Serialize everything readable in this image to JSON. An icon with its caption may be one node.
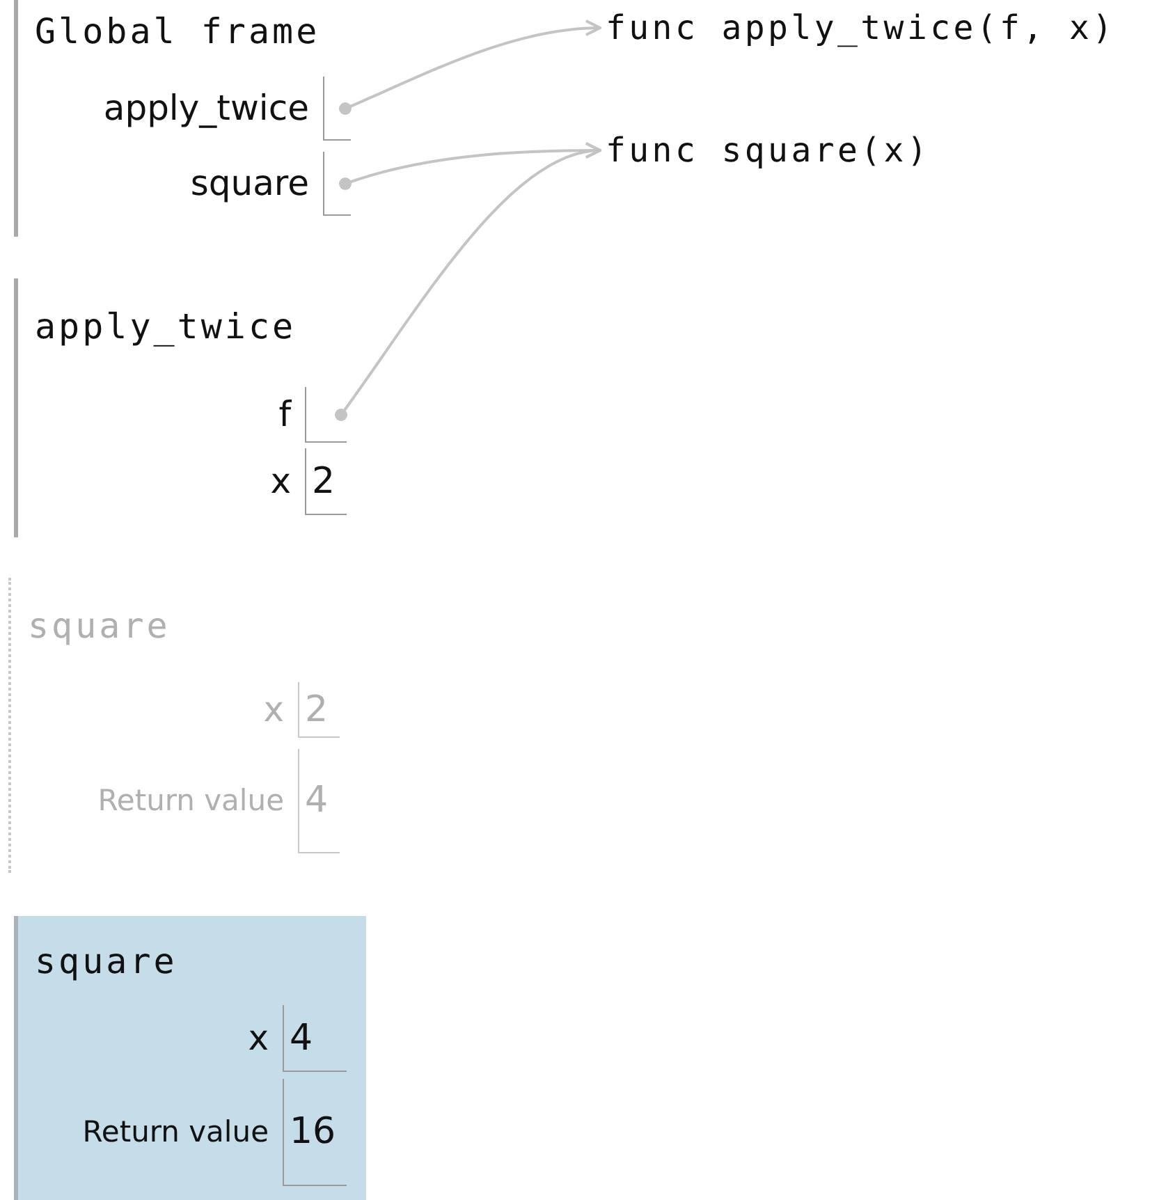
{
  "diagram": {
    "nodes": [
      {
        "text": [
          "Global frame"
        ]
      },
      {
        "text": [
          "apply_twice"
        ],
        "in": 0
      },
      {
        "text": [
          "square"
        ],
        "in": 0
      },
      {
        "text": [
          "func apply_twice(f, x)"
        ]
      },
      {
        "text": [
          "func square(x)"
        ]
      },
      {
        "text": [
          "apply_twice"
        ]
      },
      {
        "text": [
          "f"
        ],
        "in": 5
      },
      {
        "text": [
          "x",
          "2"
        ],
        "in": 5
      },
      {
        "text": [
          "square"
        ]
      },
      {
        "text": [
          "x",
          "2"
        ],
        "in": 8
      },
      {
        "text": [
          "Return value",
          "4"
        ],
        "in": 8
      },
      {
        "text": [
          "square"
        ]
      },
      {
        "text": [
          "x",
          "4"
        ],
        "in": 11
      },
      {
        "text": [
          "Return value",
          "16"
        ],
        "in": 11
      }
    ],
    "edges": [
      {
        "from": 1,
        "to": 3,
        "arrow": "to"
      },
      {
        "from": 2,
        "to": 4,
        "arrow": "to"
      },
      {
        "from": 6,
        "to": 4,
        "arrow": "to"
      }
    ]
  }
}
